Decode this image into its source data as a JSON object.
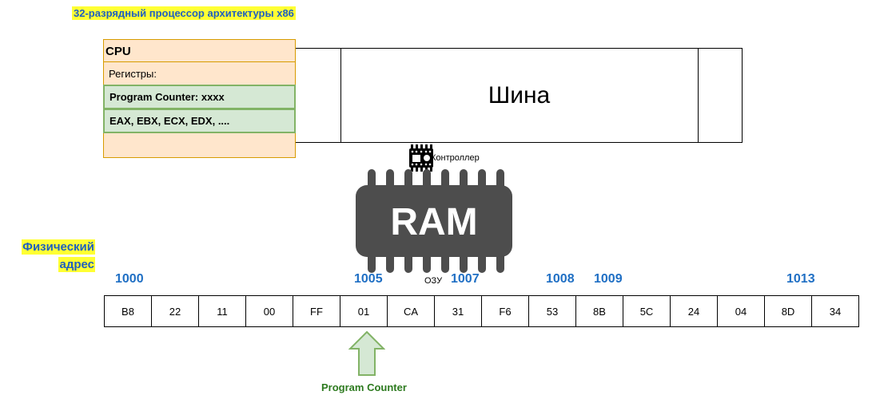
{
  "title": "32-разрядный процессор архитектуры x86",
  "cpu": {
    "title": "CPU",
    "registers_label": "Регистры:",
    "registers": [
      "Program Counter: xxxx",
      "EAX, EBX, ECX, EDX, ...."
    ]
  },
  "bus": {
    "label": "Шина"
  },
  "controller": {
    "label": "Контроллер",
    "icon": "chip-icon"
  },
  "ram": {
    "label": "RAM",
    "sublabel": "ОЗУ",
    "icon": "ram-chip-icon"
  },
  "physical_address": {
    "line1": "Физический",
    "line2": "адрес"
  },
  "addresses": [
    "1000",
    "1005",
    "1007",
    "1008",
    "1009",
    "1013"
  ],
  "memory": [
    "B8",
    "22",
    "11",
    "00",
    "FF",
    "01",
    "CA",
    "31",
    "F6",
    "53",
    "8B",
    "5C",
    "24",
    "04",
    "8D",
    "34"
  ],
  "program_counter": {
    "label": "Program Counter",
    "points_to_value": "01",
    "points_to_address": "1005"
  },
  "colors": {
    "title_highlight": "#ffff33",
    "title_text": "#1f5fbf",
    "cpu_fill": "#ffe6cc",
    "cpu_border": "#d79b00",
    "register_fill": "#d5e8d4",
    "register_border": "#82b366",
    "address_text": "#1f6fc4",
    "ram_chip": "#4d4d4d",
    "pc_arrow": "#82b366",
    "pc_text": "#2d7a1f"
  }
}
